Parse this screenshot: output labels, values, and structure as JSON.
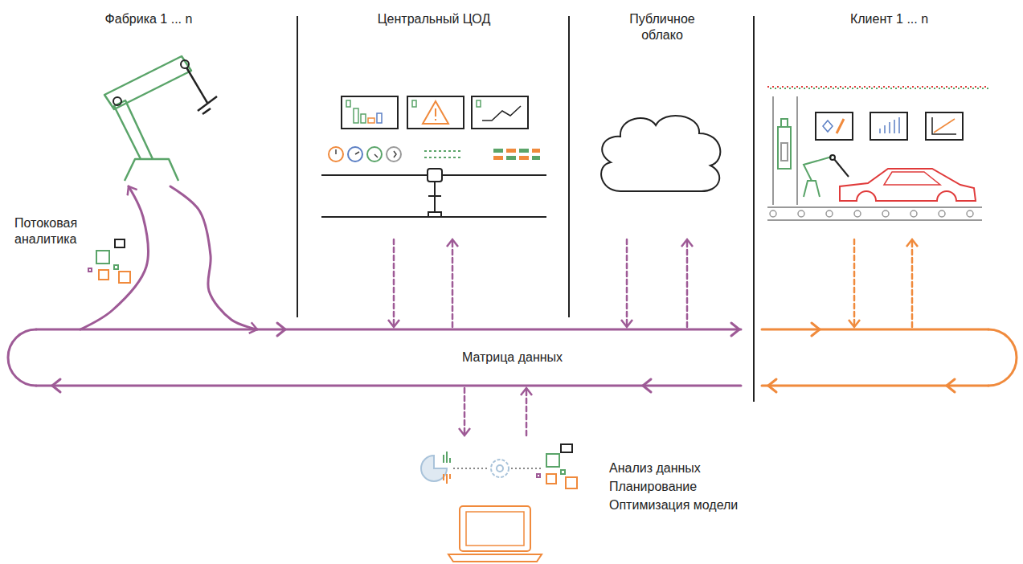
{
  "diagram": {
    "nodes": [
      {
        "text": [
          "Фабрика 1 ... n"
        ]
      },
      {
        "text": [
          "Центральный ЦОД"
        ]
      },
      {
        "text": [
          "Публичное облако"
        ]
      },
      {
        "text": [
          "Клиент 1 ... n"
        ]
      },
      {
        "text": [
          "Матрица данных"
        ]
      },
      {
        "text": [
          "Анализ данных",
          "Планирование",
          "Оптимизация модели"
        ]
      }
    ],
    "edges": [
      {
        "from": 0,
        "to": 4,
        "arrow": "to"
      },
      {
        "from": 4,
        "to": 0,
        "arrow": "to"
      },
      {
        "from": 1,
        "to": 4,
        "arrow": "to"
      },
      {
        "from": 4,
        "to": 1,
        "arrow": "to"
      },
      {
        "from": 2,
        "to": 4,
        "arrow": "to"
      },
      {
        "from": 4,
        "to": 2,
        "arrow": "to"
      },
      {
        "from": 3,
        "to": 4,
        "arrow": "to"
      },
      {
        "from": 4,
        "to": 3,
        "arrow": "to"
      },
      {
        "from": 4,
        "to": 5,
        "arrow": "to"
      },
      {
        "from": 5,
        "to": 4,
        "arrow": "to"
      }
    ],
    "labels": [
      "Потоковая аналитика"
    ]
  }
}
